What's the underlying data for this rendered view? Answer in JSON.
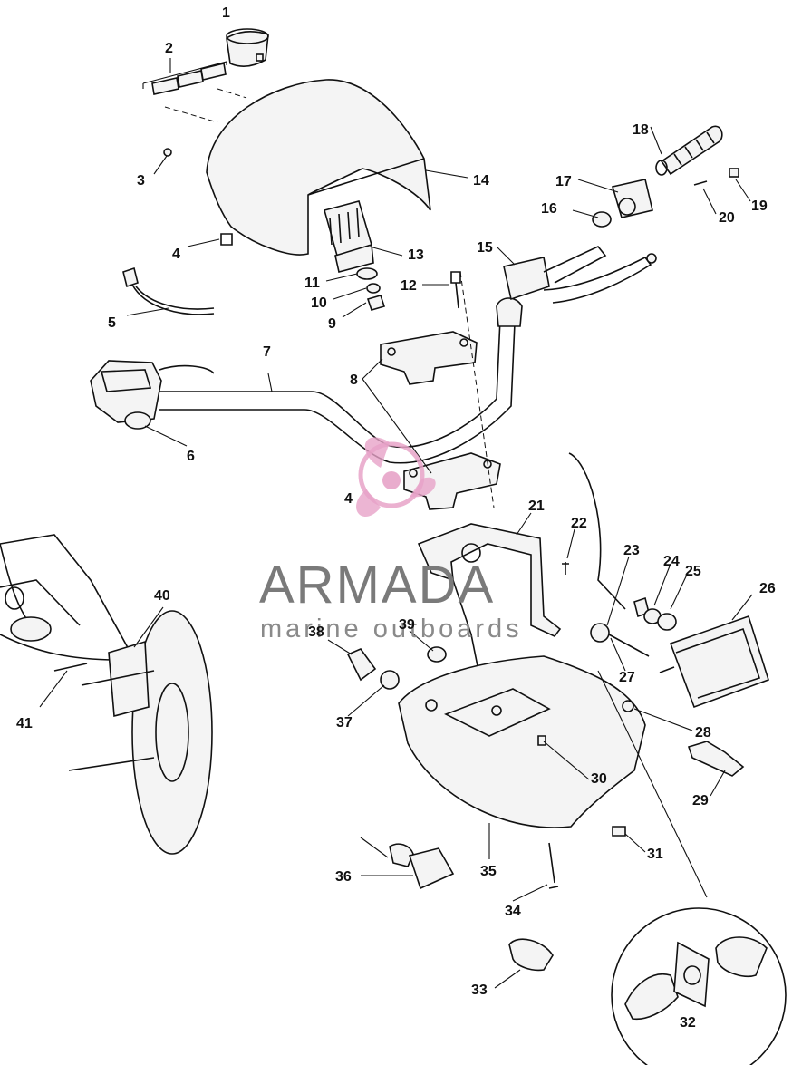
{
  "callouts": [
    "1",
    "2",
    "3",
    "4",
    "5",
    "6",
    "7",
    "8",
    "9",
    "10",
    "11",
    "12",
    "13",
    "14",
    "15",
    "16",
    "17",
    "18",
    "19",
    "20",
    "21",
    "22",
    "23",
    "24",
    "25",
    "26",
    "27",
    "28",
    "29",
    "30",
    "31",
    "32",
    "33",
    "34",
    "35",
    "36",
    "37",
    "38",
    "39",
    "40",
    "41",
    "4"
  ],
  "watermark": {
    "title": "ARMADA",
    "subtitle": "marine outboards",
    "color": "#e7a3c8"
  }
}
